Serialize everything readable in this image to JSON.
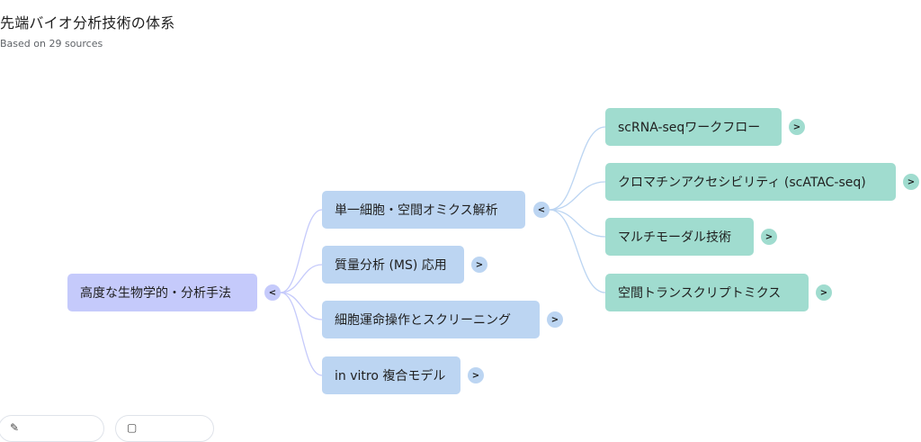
{
  "header": {
    "title": "先端バイオ分析技術の体系",
    "subtitle": "Based on 29 sources"
  },
  "colors": {
    "root": "#c5cafb",
    "level1": "#bcd5f2",
    "level2": "#a0dccf",
    "link_root": "#c5cafb",
    "link_l1": "#bcd5f2"
  },
  "mindmap": {
    "root": {
      "label": "高度な生物学的・分析手法",
      "toggle": "<"
    },
    "level1": [
      {
        "label": "単一細胞・空間オミクス解析",
        "toggle": "<"
      },
      {
        "label": "質量分析 (MS) 応用",
        "toggle": ">"
      },
      {
        "label": "細胞運命操作とスクリーニング",
        "toggle": ">"
      },
      {
        "label": "in vitro 複合モデル",
        "toggle": ">"
      }
    ],
    "level2": [
      {
        "label": "scRNA-seqワークフロー",
        "toggle": ">"
      },
      {
        "label": "クロマチンアクセシビリティ (scATAC-seq)",
        "toggle": ">"
      },
      {
        "label": "マルチモーダル技術",
        "toggle": ">"
      },
      {
        "label": "空間トランスクリプトミクス",
        "toggle": ">"
      }
    ]
  },
  "footer": {
    "buttons": [
      {
        "icon": "thumbs-up-icon"
      },
      {
        "icon": "thumbs-down-icon"
      }
    ]
  }
}
